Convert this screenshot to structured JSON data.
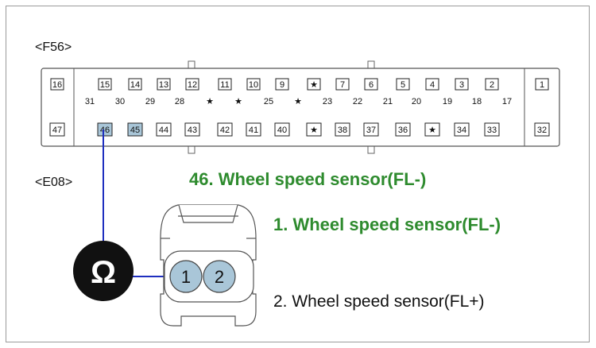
{
  "connector_top": {
    "label": "<F56>",
    "pins_row1": [
      {
        "label": "16",
        "boxed": true
      },
      {
        "label": "15",
        "boxed": true
      },
      {
        "label": "14",
        "boxed": true
      },
      {
        "label": "13",
        "boxed": true
      },
      {
        "label": "12",
        "boxed": true
      },
      {
        "label": "11",
        "boxed": true
      },
      {
        "label": "10",
        "boxed": true
      },
      {
        "label": "9",
        "boxed": true
      },
      {
        "label": "★",
        "boxed": true
      },
      {
        "label": "7",
        "boxed": true
      },
      {
        "label": "6",
        "boxed": true
      },
      {
        "label": "5",
        "boxed": true
      },
      {
        "label": "4",
        "boxed": true
      },
      {
        "label": "3",
        "boxed": true
      },
      {
        "label": "2",
        "boxed": true
      },
      {
        "label": "1",
        "boxed": true
      }
    ],
    "pins_row2": [
      {
        "label": "31",
        "boxed": false
      },
      {
        "label": "30",
        "boxed": false
      },
      {
        "label": "29",
        "boxed": false
      },
      {
        "label": "28",
        "boxed": false
      },
      {
        "label": "★",
        "boxed": false
      },
      {
        "label": "★",
        "boxed": false
      },
      {
        "label": "25",
        "boxed": false
      },
      {
        "label": "★",
        "boxed": false
      },
      {
        "label": "23",
        "boxed": false
      },
      {
        "label": "22",
        "boxed": false
      },
      {
        "label": "21",
        "boxed": false
      },
      {
        "label": "20",
        "boxed": false
      },
      {
        "label": "19",
        "boxed": false
      },
      {
        "label": "18",
        "boxed": false
      },
      {
        "label": "17",
        "boxed": false
      }
    ],
    "pins_row3": [
      {
        "label": "47",
        "boxed": true
      },
      {
        "label": "46",
        "boxed": true,
        "highlight": true
      },
      {
        "label": "45",
        "boxed": true,
        "highlight": true
      },
      {
        "label": "44",
        "boxed": true
      },
      {
        "label": "43",
        "boxed": true
      },
      {
        "label": "42",
        "boxed": true
      },
      {
        "label": "41",
        "boxed": true
      },
      {
        "label": "40",
        "boxed": true
      },
      {
        "label": "★",
        "boxed": true
      },
      {
        "label": "38",
        "boxed": true
      },
      {
        "label": "37",
        "boxed": true
      },
      {
        "label": "36",
        "boxed": true
      },
      {
        "label": "★",
        "boxed": true
      },
      {
        "label": "34",
        "boxed": true
      },
      {
        "label": "33",
        "boxed": true
      },
      {
        "label": "32",
        "boxed": true
      }
    ]
  },
  "connector_bottom": {
    "label": "<E08>",
    "pins": [
      "1",
      "2"
    ]
  },
  "meter": {
    "symbol": "Ω"
  },
  "annotations": {
    "top_pin": "46. Wheel speed sensor(FL-)",
    "pin1": "1. Wheel speed sensor(FL-)",
    "pin2": "2. Wheel speed sensor(FL+)"
  },
  "colors": {
    "green_text": "#2e8b2e",
    "probe_wire": "#1f2fbf",
    "highlight_pin": "#a9c6d8",
    "meter_fill": "#111111"
  }
}
